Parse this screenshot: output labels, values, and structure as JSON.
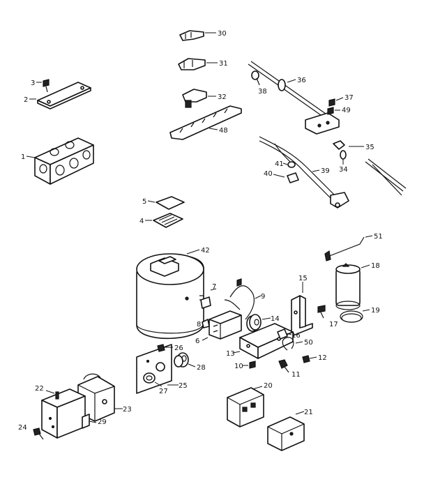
{
  "diagram": {
    "labels": [
      {
        "id": "l30",
        "text": "30"
      },
      {
        "id": "l31",
        "text": "31"
      },
      {
        "id": "l32",
        "text": "32"
      },
      {
        "id": "l48",
        "text": "48"
      },
      {
        "id": "l36",
        "text": "36"
      },
      {
        "id": "l38",
        "text": "38"
      },
      {
        "id": "l37",
        "text": "37"
      },
      {
        "id": "l49",
        "text": "49"
      },
      {
        "id": "l35",
        "text": "35"
      },
      {
        "id": "l34",
        "text": "34"
      },
      {
        "id": "l39",
        "text": "39"
      },
      {
        "id": "l41",
        "text": "41"
      },
      {
        "id": "l40",
        "text": "40"
      },
      {
        "id": "l3",
        "text": "3"
      },
      {
        "id": "l2",
        "text": "2"
      },
      {
        "id": "l1",
        "text": "1"
      },
      {
        "id": "l5",
        "text": "5"
      },
      {
        "id": "l4",
        "text": "4"
      },
      {
        "id": "l42",
        "text": "42"
      },
      {
        "id": "l51",
        "text": "51"
      },
      {
        "id": "l18",
        "text": "18"
      },
      {
        "id": "l19",
        "text": "19"
      },
      {
        "id": "l7",
        "text": "7"
      },
      {
        "id": "l9",
        "text": "9"
      },
      {
        "id": "l14",
        "text": "14"
      },
      {
        "id": "l15",
        "text": "15"
      },
      {
        "id": "l17",
        "text": "17"
      },
      {
        "id": "l8",
        "text": "8"
      },
      {
        "id": "l6",
        "text": "6"
      },
      {
        "id": "l16",
        "text": "16"
      },
      {
        "id": "l50",
        "text": "50"
      },
      {
        "id": "l13",
        "text": "13"
      },
      {
        "id": "l12",
        "text": "12"
      },
      {
        "id": "l10",
        "text": "10"
      },
      {
        "id": "l11",
        "text": "11"
      },
      {
        "id": "l26a",
        "text": "26"
      },
      {
        "id": "l28",
        "text": "28"
      },
      {
        "id": "l25",
        "text": "25"
      },
      {
        "id": "l27",
        "text": "27"
      },
      {
        "id": "l22",
        "text": "22"
      },
      {
        "id": "l23",
        "text": "23"
      },
      {
        "id": "l29",
        "text": "29"
      },
      {
        "id": "l24",
        "text": "24"
      },
      {
        "id": "l20",
        "text": "20"
      },
      {
        "id": "l21",
        "text": "21"
      }
    ]
  }
}
